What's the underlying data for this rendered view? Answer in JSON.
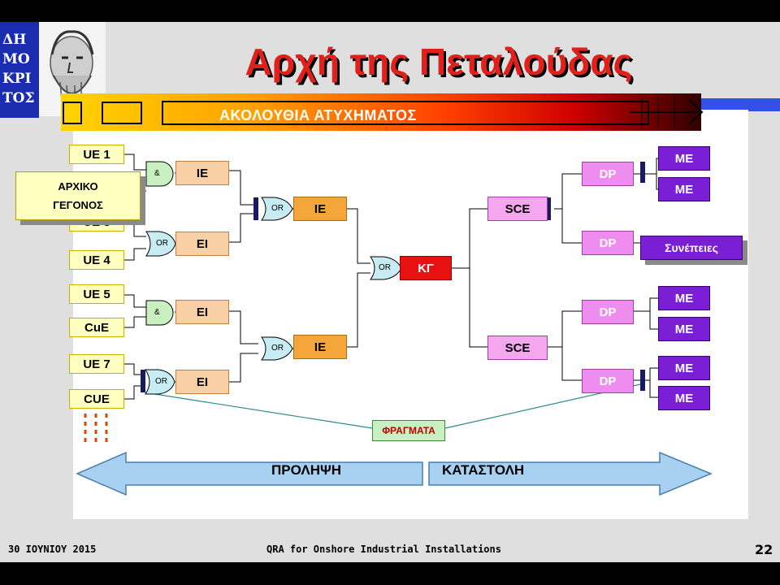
{
  "slide": {
    "title": "Αρχή της Πεταλούδας",
    "logo_letters": [
      "ΔΗ",
      "ΜΟ",
      "ΚΡΙ",
      "ΤΟΣ"
    ],
    "banner_text": "ΑΚΟΛΟΥΘΙΑ ΑΤΥΧΗΜΑΤΟΣ"
  },
  "diagram": {
    "initiating_event": [
      "ΑΡΧΙΚΟ",
      "ΓΕΓΟΝΟΣ"
    ],
    "ue": [
      "UE 1",
      "UE 3",
      "UE 4",
      "UE 5",
      "CuE",
      "UE 7",
      "CUE"
    ],
    "ie_top": "IE",
    "ei_1": "EI",
    "ie_center_top": "IE",
    "ei_2": "EI",
    "ei_3": "EI",
    "ie_center_bottom": "IE",
    "central_event": "ΚΓ",
    "sce_top": "SCE",
    "sce_bottom": "SCE",
    "dp_labels": [
      "DP",
      "DP",
      "DP",
      "DP"
    ],
    "me_labels": [
      "ME",
      "ME",
      "ME",
      "ME",
      "ME",
      "ME"
    ],
    "consequences": "Συνέπειες",
    "barriers": "ΦΡΑΓΜΑΤΑ",
    "gate_and": "&",
    "gate_or": "OR",
    "arrow_left": "ΠΡΟΛΗΨΗ",
    "arrow_right": "ΚΑΤΑΣΤΟΛΗ"
  },
  "footer": {
    "date": "30 ΙΟΥΝΙΟΥ 2015",
    "course": "QRA for Onshore Industrial Installations",
    "page_number": "22"
  },
  "colors": {
    "title": "#e0201a",
    "ue": "#ffffc0",
    "ie": "#f9cfa6",
    "ie_central": "#f5a63a",
    "central_event": "#e81010",
    "sce": "#f4a6ee",
    "dp": "#ef8cf0",
    "me": "#7a1fd6",
    "arrow": "#a8d0f0",
    "barrier_line": "#2e8b8b"
  }
}
